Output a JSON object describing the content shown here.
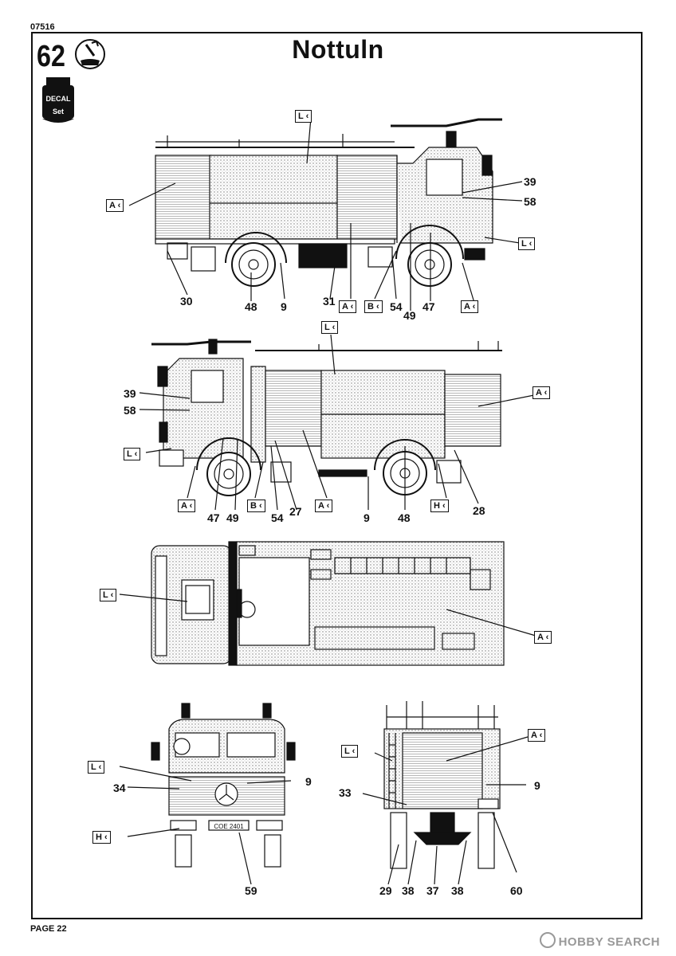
{
  "header": {
    "product_code": "07516",
    "step_number": "62",
    "title": "Nottuln"
  },
  "badges": {
    "decal_label": "DECAL",
    "decal_sub": "Set"
  },
  "footer": {
    "page_label": "PAGE 22",
    "watermark": "HOBBY SEARCH"
  },
  "views": {
    "side_right": {
      "labels": [
        "A",
        "L",
        "L",
        "A",
        "B",
        "A"
      ],
      "numbers": [
        "39",
        "58",
        "30",
        "48",
        "9",
        "31",
        "54",
        "49",
        "47"
      ]
    },
    "side_left": {
      "labels": [
        "L",
        "A",
        "L",
        "A",
        "B",
        "A",
        "H"
      ],
      "numbers": [
        "39",
        "58",
        "47",
        "49",
        "54",
        "27",
        "9",
        "48",
        "28"
      ]
    },
    "top": {
      "labels": [
        "L",
        "A"
      ]
    },
    "front": {
      "labels": [
        "L",
        "H"
      ],
      "numbers": [
        "34",
        "9",
        "59"
      ],
      "plate_text": "COE 2401"
    },
    "rear": {
      "labels": [
        "L",
        "A"
      ],
      "numbers": [
        "33",
        "9",
        "29",
        "38",
        "37",
        "38",
        "60"
      ]
    }
  }
}
